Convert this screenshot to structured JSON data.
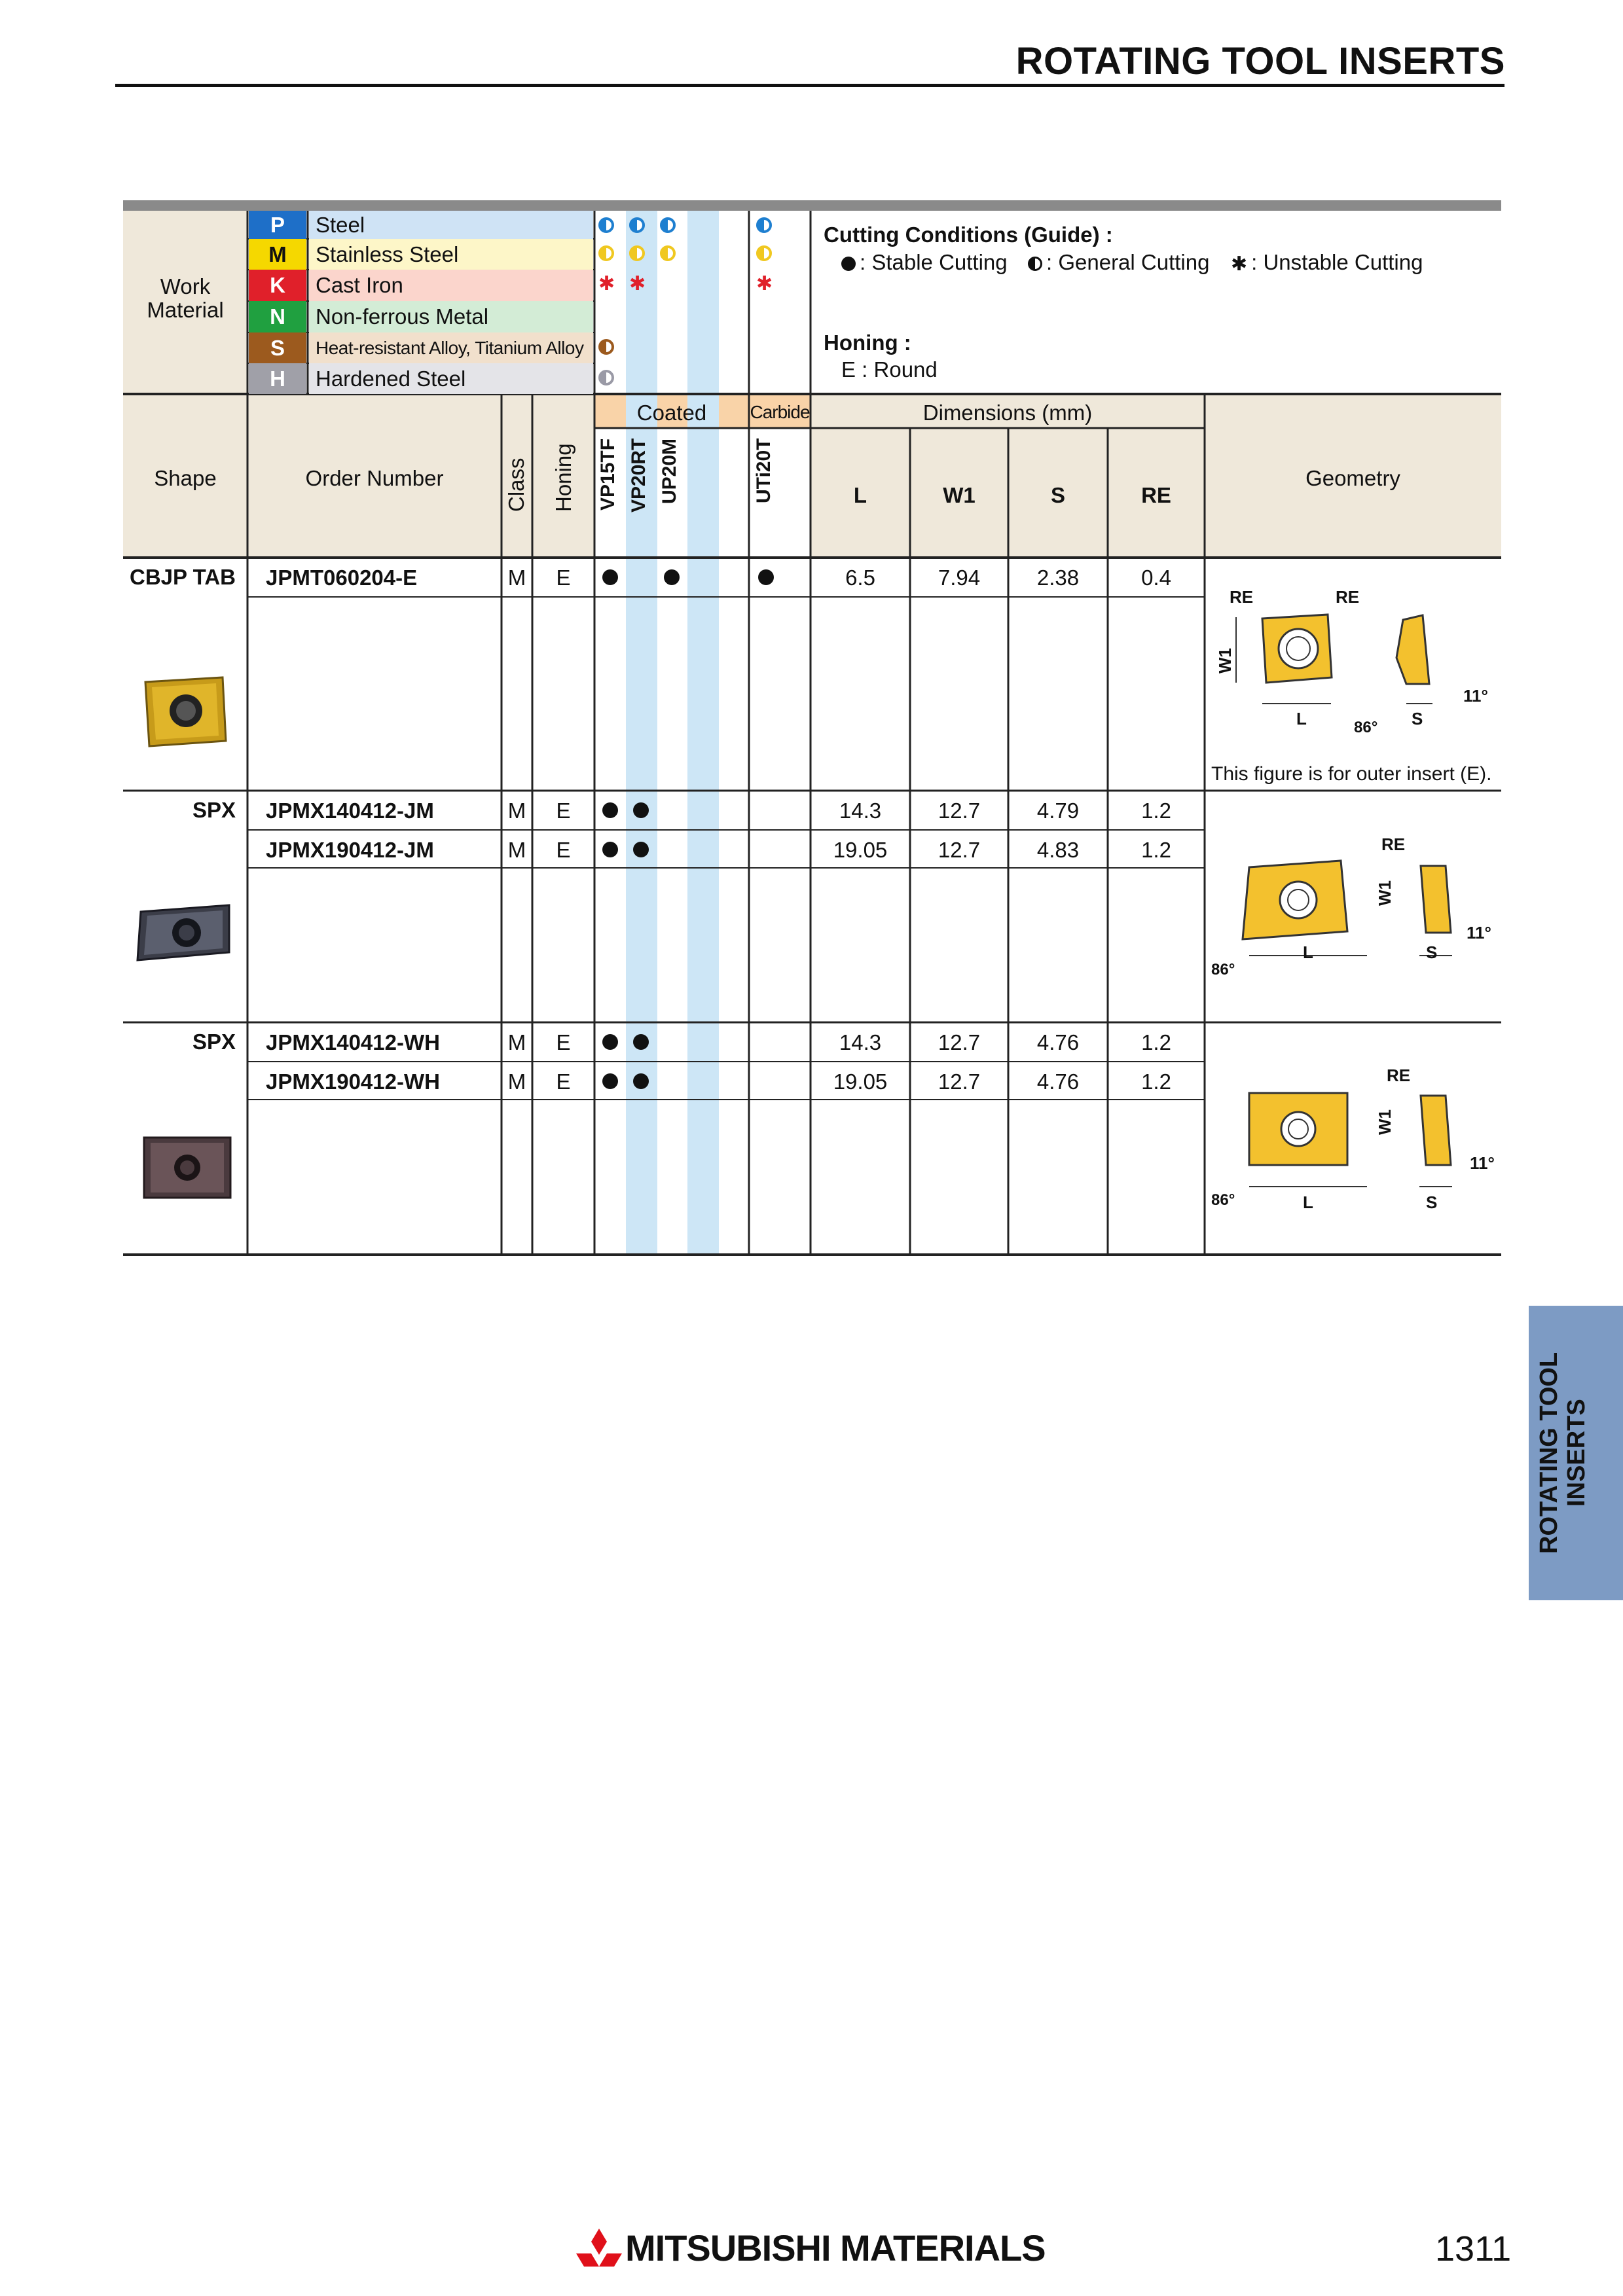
{
  "header": {
    "title": "ROTATING TOOL INSERTS"
  },
  "work_material": {
    "label": "Work Material",
    "rows": [
      {
        "code": "P",
        "name": "Steel",
        "code_color": "#1e6fc8",
        "name_bg": "#cfe3f5"
      },
      {
        "code": "M",
        "name": "Stainless Steel",
        "code_color": "#f5d800",
        "name_bg": "#fdf6c8"
      },
      {
        "code": "K",
        "name": "Cast Iron",
        "code_color": "#e0202a",
        "name_bg": "#fbd5cc"
      },
      {
        "code": "N",
        "name": "Non-ferrous Metal",
        "code_color": "#20a040",
        "name_bg": "#d3ecd6"
      },
      {
        "code": "S",
        "name": "Heat-resistant Alloy, Titanium Alloy",
        "code_color": "#9c5a1e",
        "name_bg": "#f1e0cc"
      },
      {
        "code": "H",
        "name": "Hardened Steel",
        "code_color": "#a0a0a8",
        "name_bg": "#e4e4e8"
      }
    ]
  },
  "legend": {
    "cutting_conditions_title": "Cutting Conditions (Guide) :",
    "stable": ": Stable Cutting",
    "general": ": General Cutting",
    "unstable": ": Unstable Cutting",
    "honing_title": "Honing :",
    "honing_e": "E : Round"
  },
  "columns": {
    "shape": "Shape",
    "order_number": "Order Number",
    "class": "Class",
    "honing": "Honing",
    "coated": "Coated",
    "carbide": "Carbide",
    "grades": [
      "VP15TF",
      "VP20RT",
      "UP20M",
      "UTi20T"
    ],
    "dimensions": "Dimensions (mm)",
    "dims": [
      "L",
      "W1",
      "S",
      "RE"
    ],
    "geometry": "Geometry"
  },
  "groups": [
    {
      "shape": "CBJP TAB",
      "rows": [
        {
          "order": "JPMT060204-E",
          "class": "M",
          "honing": "E",
          "grades": [
            true,
            false,
            true,
            true
          ],
          "L": "6.5",
          "W1": "7.94",
          "S": "2.38",
          "RE": "0.4"
        }
      ],
      "geometry_note": "This figure is for outer insert (E)."
    },
    {
      "shape": "SPX",
      "rows": [
        {
          "order": "JPMX140412-JM",
          "class": "M",
          "honing": "E",
          "grades": [
            true,
            true,
            false,
            false
          ],
          "L": "14.3",
          "W1": "12.7",
          "S": "4.79",
          "RE": "1.2"
        },
        {
          "order": "JPMX190412-JM",
          "class": "M",
          "honing": "E",
          "grades": [
            true,
            true,
            false,
            false
          ],
          "L": "19.05",
          "W1": "12.7",
          "S": "4.83",
          "RE": "1.2"
        }
      ]
    },
    {
      "shape": "SPX",
      "rows": [
        {
          "order": "JPMX140412-WH",
          "class": "M",
          "honing": "E",
          "grades": [
            true,
            true,
            false,
            false
          ],
          "L": "14.3",
          "W1": "12.7",
          "S": "4.76",
          "RE": "1.2"
        },
        {
          "order": "JPMX190412-WH",
          "class": "M",
          "honing": "E",
          "grades": [
            true,
            true,
            false,
            false
          ],
          "L": "19.05",
          "W1": "12.7",
          "S": "4.76",
          "RE": "1.2"
        }
      ]
    }
  ],
  "drawing_labels": {
    "re": "RE",
    "w1": "W1",
    "l": "L",
    "s": "S",
    "a86": "86°",
    "a11": "11°"
  },
  "side_tab": "ROTATING TOOL INSERTS",
  "footer": {
    "brand": "MITSUBISHI MATERIALS",
    "page": "1311"
  }
}
